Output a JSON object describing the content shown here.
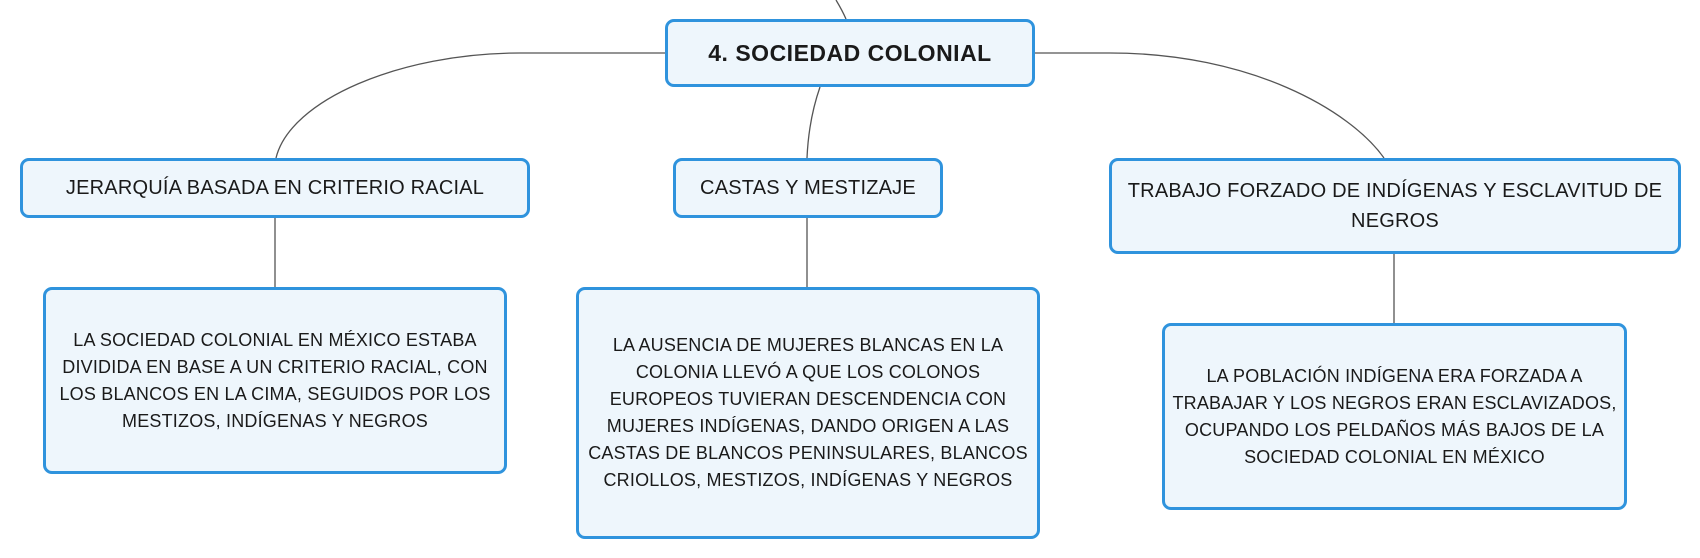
{
  "diagram": {
    "title": "4. SOCIEDAD COLONIAL",
    "colors": {
      "node_border": "#2f93dd",
      "node_fill": "#eef6fc",
      "connector": "#555555",
      "text": "#1a1a1a"
    },
    "branches": [
      {
        "label": "JERARQUÍA BASADA EN CRITERIO RACIAL",
        "detail": "LA SOCIEDAD COLONIAL EN MÉXICO ESTABA DIVIDIDA EN BASE A UN CRITERIO RACIAL, CON LOS BLANCOS EN LA CIMA, SEGUIDOS POR LOS MESTIZOS, INDÍGENAS Y NEGROS"
      },
      {
        "label": "CASTAS Y MESTIZAJE",
        "detail": "LA AUSENCIA DE MUJERES BLANCAS EN LA COLONIA LLEVÓ A QUE LOS COLONOS EUROPEOS TUVIERAN DESCENDENCIA CON MUJERES INDÍGENAS, DANDO ORIGEN A LAS CASTAS DE BLANCOS PENINSULARES, BLANCOS CRIOLLOS, MESTIZOS, INDÍGENAS Y NEGROS"
      },
      {
        "label": "TRABAJO FORZADO DE INDÍGENAS Y ESCLAVITUD DE NEGROS",
        "detail": "LA POBLACIÓN INDÍGENA ERA FORZADA A TRABAJAR Y LOS NEGROS ERAN ESCLAVIZADOS, OCUPANDO LOS PELDAÑOS MÁS BAJOS DE LA SOCIEDAD COLONIAL EN MÉXICO"
      }
    ]
  }
}
